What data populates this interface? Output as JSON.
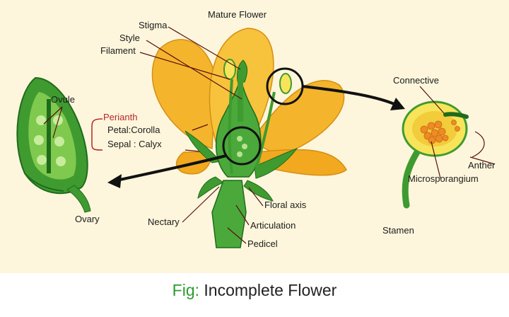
{
  "diagram": {
    "title": "Mature Flower",
    "labels": {
      "stigma": "Stigma",
      "style": "Style",
      "filament": "Filament",
      "ovule": "Ovule",
      "perianth": "Perianth",
      "petal": "Petal:Corolla",
      "sepal": "Sepal : Calyx",
      "ovary": "Ovary",
      "nectary": "Nectary",
      "floral_axis": "Floral axis",
      "articulation": "Articulation",
      "pedicel": "Pedicel",
      "connective": "Connective",
      "anther": "Anther",
      "microsporangium": "Microsporangium",
      "stamen": "Stamen"
    }
  },
  "caption": {
    "prefix": "Fig:",
    "text": "Incomplete Flower"
  },
  "colors": {
    "background": "#fdf6dc",
    "petal": "#f4b52d",
    "green": "#3f9b2f",
    "dark_green": "#1f6b1c",
    "caption_accent": "#2e9b2e",
    "perianth": "#b5252b"
  }
}
